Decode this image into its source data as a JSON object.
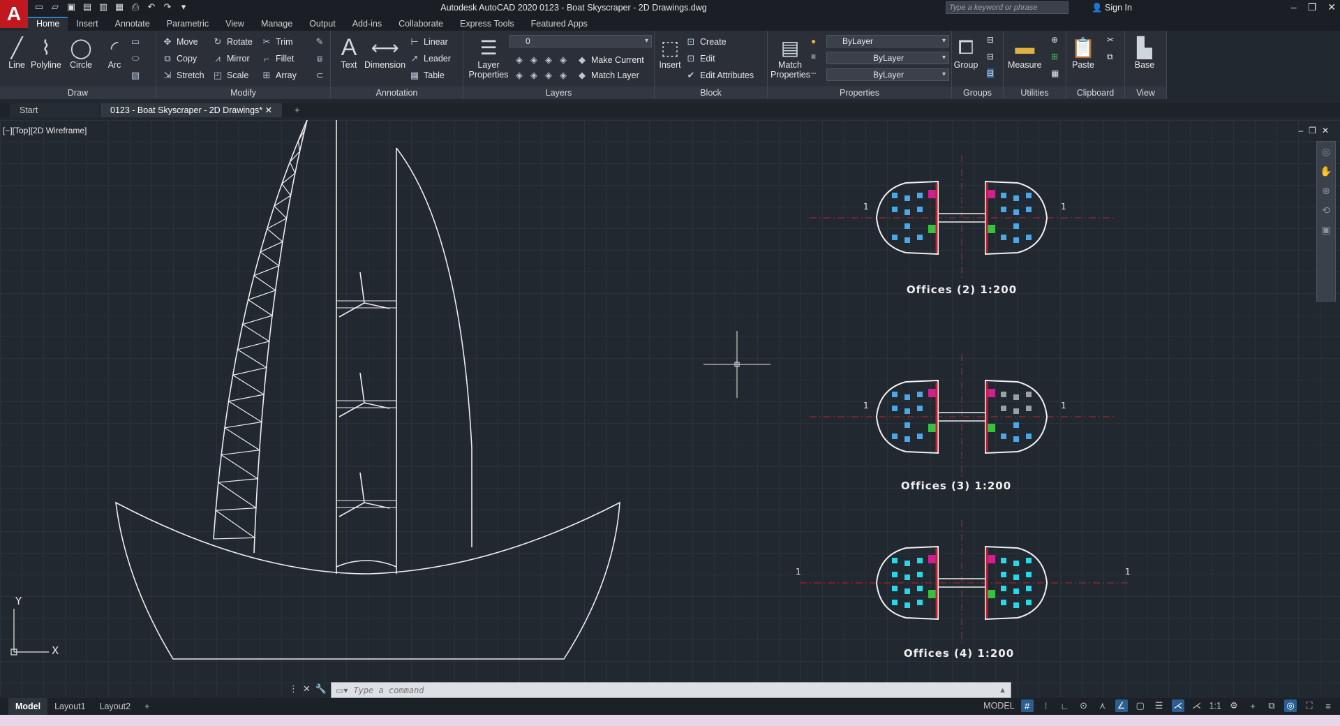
{
  "app": {
    "title": "Autodesk AutoCAD 2020    0123 - Boat Skyscraper - 2D Drawings.dwg",
    "logo": "A",
    "search_placeholder": "Type a keyword or phrase",
    "sign_in": "Sign In"
  },
  "ribbon_tabs": [
    "Home",
    "Insert",
    "Annotate",
    "Parametric",
    "View",
    "Manage",
    "Output",
    "Add-ins",
    "Collaborate",
    "Express Tools",
    "Featured Apps"
  ],
  "panels": {
    "draw": {
      "title": "Draw",
      "line": "Line",
      "polyline": "Polyline",
      "circle": "Circle",
      "arc": "Arc"
    },
    "modify": {
      "title": "Modify",
      "move": "Move",
      "rotate": "Rotate",
      "trim": "Trim",
      "copy": "Copy",
      "mirror": "Mirror",
      "fillet": "Fillet",
      "stretch": "Stretch",
      "scale": "Scale",
      "array": "Array"
    },
    "annotation": {
      "title": "Annotation",
      "text": "Text",
      "dimension": "Dimension",
      "linear": "Linear",
      "leader": "Leader",
      "table": "Table"
    },
    "layers": {
      "title": "Layers",
      "layer_properties": "Layer Properties",
      "current_layer": "0",
      "make_current": "Make Current",
      "match_layer": "Match Layer"
    },
    "block": {
      "title": "Block",
      "insert": "Insert",
      "create": "Create",
      "edit": "Edit",
      "edit_attributes": "Edit Attributes"
    },
    "properties": {
      "title": "Properties",
      "match_properties": "Match Properties",
      "color": "ByLayer",
      "linetype": "ByLayer",
      "lineweight": "ByLayer"
    },
    "groups": {
      "title": "Groups",
      "group": "Group"
    },
    "utilities": {
      "title": "Utilities",
      "measure": "Measure"
    },
    "clipboard": {
      "title": "Clipboard",
      "paste": "Paste"
    },
    "view": {
      "title": "View",
      "base": "Base"
    }
  },
  "doc_tabs": [
    "Start",
    "0123 - Boat Skyscraper - 2D Drawings*"
  ],
  "viewport": {
    "label": "[−][Top][2D Wireframe]"
  },
  "drawing": {
    "plans": [
      {
        "label": "Offices (2) 1:200",
        "section_left": "1",
        "section_right": "1"
      },
      {
        "label": "Offices (3) 1:200",
        "section_left": "1",
        "section_right": "1"
      },
      {
        "label": "Offices (4) 1:200",
        "section_left": "1",
        "section_right": "1"
      }
    ],
    "ucs": {
      "x": "X",
      "y": "Y"
    }
  },
  "command": {
    "placeholder": "Type a command"
  },
  "layout_tabs": [
    "Model",
    "Layout1",
    "Layout2"
  ],
  "status": {
    "model": "MODEL",
    "scale": "1:1"
  },
  "colors": {
    "background": "#212830",
    "accent": "#2b80c8",
    "section_line": "#c8202a"
  }
}
